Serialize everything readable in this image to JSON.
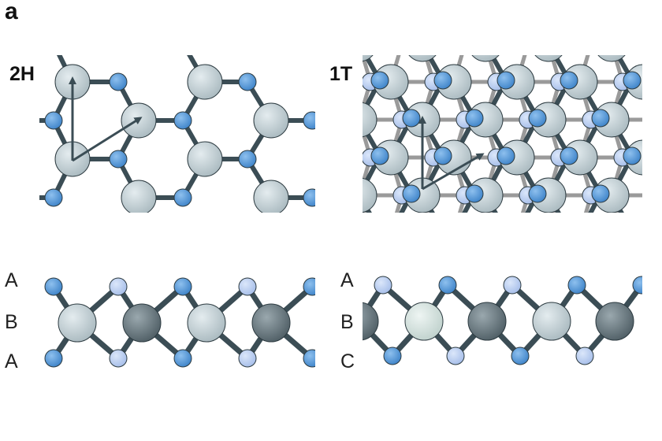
{
  "panel_label": "a",
  "phases": [
    {
      "label": "2H",
      "stacking": [
        "A",
        "B",
        "A"
      ]
    },
    {
      "label": "1T",
      "stacking": [
        "A",
        "B",
        "C"
      ]
    }
  ],
  "colors": {
    "metal": "#c5d2d7",
    "metal_dark": "#6f7f86",
    "chalcogen_top": "#4f92d3",
    "chalcogen_bottom": "#b0c8ee",
    "bond": "#3b4d55",
    "bond_back": "#9a9a9a",
    "arrow": "#3b4d55"
  }
}
